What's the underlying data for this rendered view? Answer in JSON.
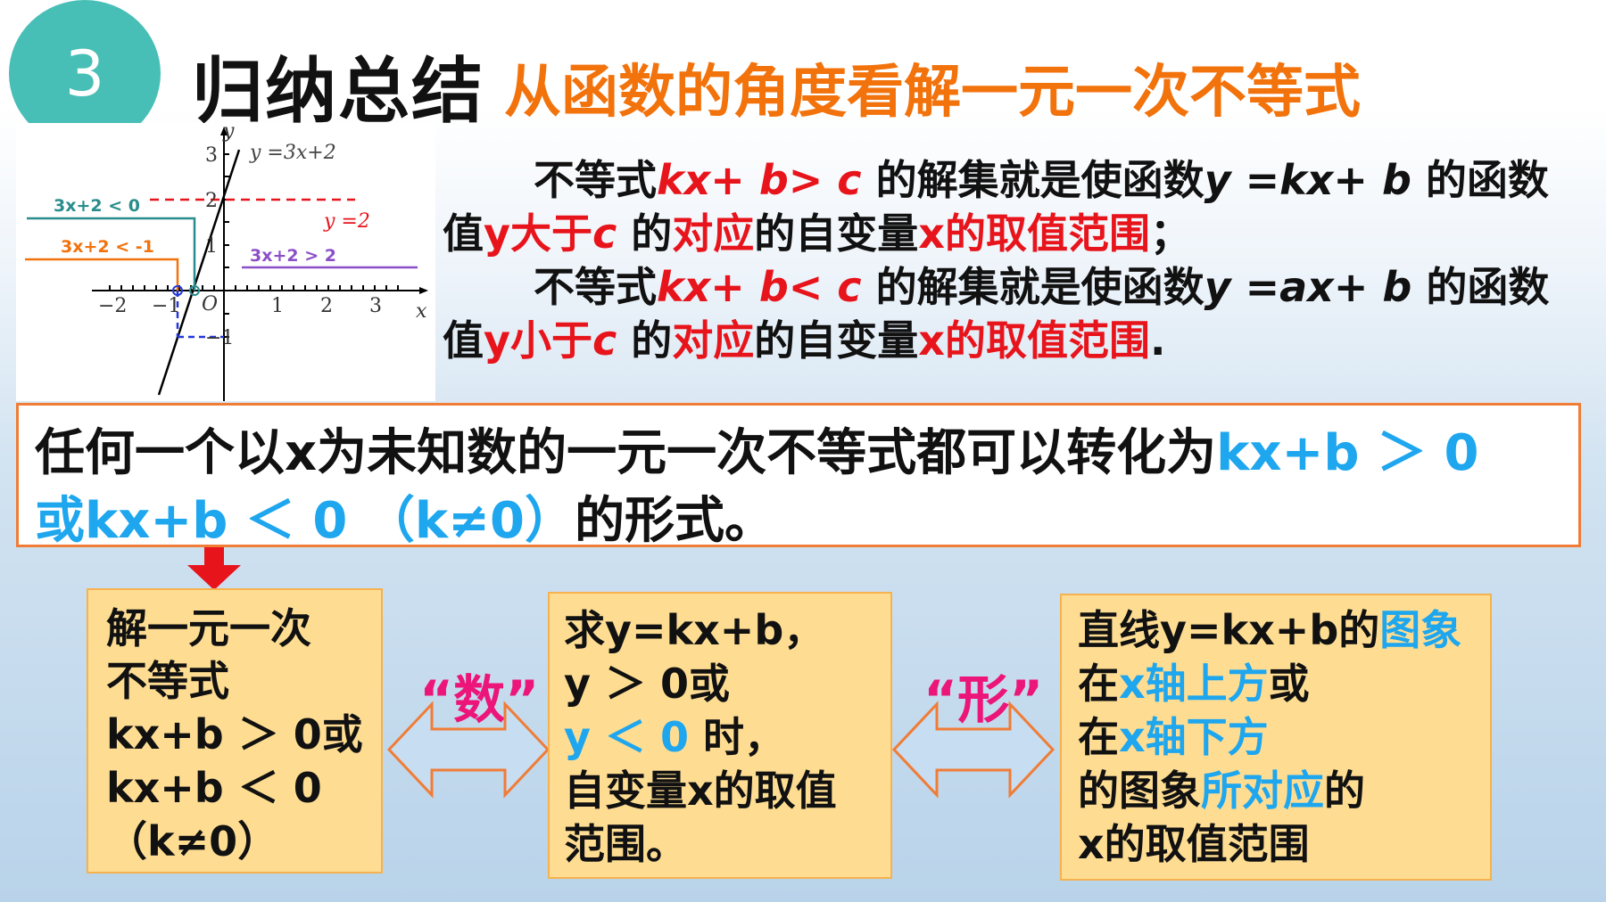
{
  "header": {
    "badge": "3",
    "title": "归纳总结",
    "subtitle": "从函数的角度看解一元一次不等式"
  },
  "graph": {
    "y_axis": "y",
    "x_axis": "x",
    "origin": "O",
    "line_label": "y =3x+2",
    "hline_label": "y =2",
    "ticks_x": [
      "−2",
      "−1",
      "1",
      "2",
      "3"
    ],
    "ticks_y": [
      "3",
      "2",
      "1",
      "−1"
    ],
    "label_lt0": "3x+2 < 0",
    "label_lt_neg1": "3x+2 < -1",
    "label_gt2": "3x+2 > 2"
  },
  "para1": {
    "l1_a": "不等式",
    "l1_b": "kx+ b> c",
    "l1_c": "的解集就是使函数",
    "l1_d": "y =kx+ b",
    "l1_e": "的函数",
    "l2_a": "值",
    "l2_b": "y大于",
    "l2_c": "c",
    "l2_d": "的",
    "l2_e": "对应",
    "l2_f": "的自变量",
    "l2_g": "x的取值范围",
    "l2_h": "；"
  },
  "para2": {
    "l1_a": "不等式",
    "l1_b": "kx+ b< c",
    "l1_c": "的解集就是使函数",
    "l1_d": "y =ax+ b",
    "l1_e": "的函数",
    "l2_a": "值",
    "l2_b": "y小于",
    "l2_c": "c",
    "l2_d": "的",
    "l2_e": "对应",
    "l2_f": "的自变量",
    "l2_g": "x的取值范围",
    "l2_h": "."
  },
  "statement": {
    "l1_a": "任何一个以x为未知数的一元一次不等式都可以转化为",
    "l1_b": "kx+b ＞ 0",
    "l2_a": "或kx+b ＜ 0 （k≠0）",
    "l2_b": "的形式。"
  },
  "box_left": {
    "l1": "解一元一次",
    "l2": "不等式",
    "l3": "kx+b ＞ 0或",
    "l4": "kx+b ＜ 0",
    "l5": "（k≠0）"
  },
  "box_mid": {
    "l1": "求y=kx+b，",
    "l2": "y ＞ 0或",
    "l3a": "y ＜ 0 ",
    "l3b": "时，",
    "l4": "自变量x的取值",
    "l5": "范围。"
  },
  "box_right": {
    "l1a": "直线y=kx+b的",
    "l1b": "图象",
    "l2a": "在",
    "l2b": "x轴上方",
    "l2c": "或",
    "l3a": "在",
    "l3b": "x轴下方",
    "l4a": "的图象",
    "l4b": "所对应",
    "l4c": "的",
    "l5": "x的取值范围"
  },
  "labels": {
    "shu": "“数”",
    "xing": "“形”"
  },
  "colors": {
    "badge": "#48bfb6",
    "subtitle": "#f2720c",
    "red": "#e8141c",
    "blue": "#1ea6ee",
    "pink": "#ec1579",
    "box_fill": "#fedd93",
    "arrow_fill": "#c7ddf1"
  }
}
